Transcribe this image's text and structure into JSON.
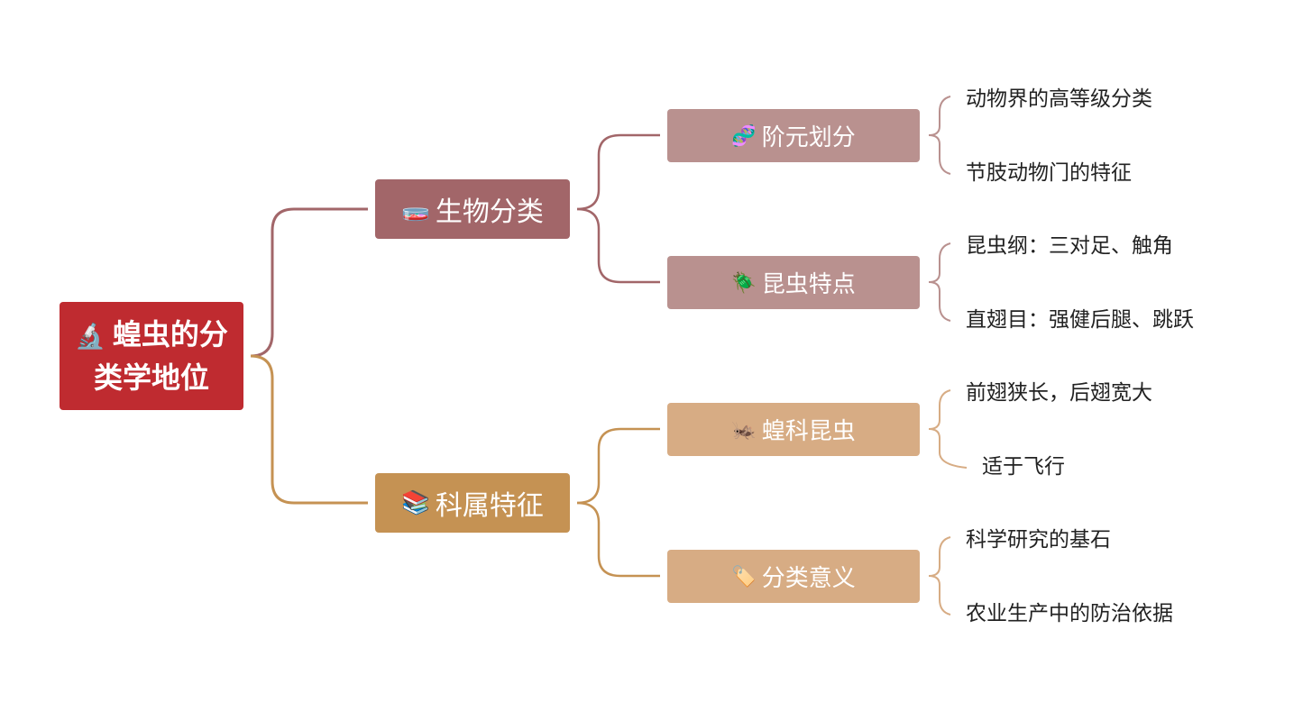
{
  "root": {
    "icon": "🔬",
    "line1": "蝗虫的分",
    "line2": "类学地位"
  },
  "branches": [
    {
      "icon": "🧫",
      "label": "生物分类",
      "children": [
        {
          "icon": "🧬",
          "label": "阶元划分",
          "leaves": [
            "动物界的高等级分类",
            "节肢动物门的特征"
          ]
        },
        {
          "icon": "🪲",
          "label": "昆虫特点",
          "leaves": [
            "昆虫纲：三对足、触角",
            "直翅目：强健后腿、跳跃"
          ]
        }
      ]
    },
    {
      "icon": "📚",
      "label": "科属特征",
      "children": [
        {
          "icon": "🦗",
          "label": "蝗科昆虫",
          "leaves": [
            "前翅狭长，后翅宽大",
            "适于飞行"
          ]
        },
        {
          "icon": "🏷️",
          "label": "分类意义",
          "leaves": [
            "科学研究的基石",
            "农业生产中的防治依据"
          ]
        }
      ]
    }
  ],
  "colors": {
    "root": "#bf2b30",
    "branch_bio": "#a26669",
    "branch_family": "#c59253",
    "sub_bio": "#b9918f",
    "sub_family": "#d7ac84",
    "connector_bio": "#a26669",
    "connector_family": "#c59253"
  }
}
